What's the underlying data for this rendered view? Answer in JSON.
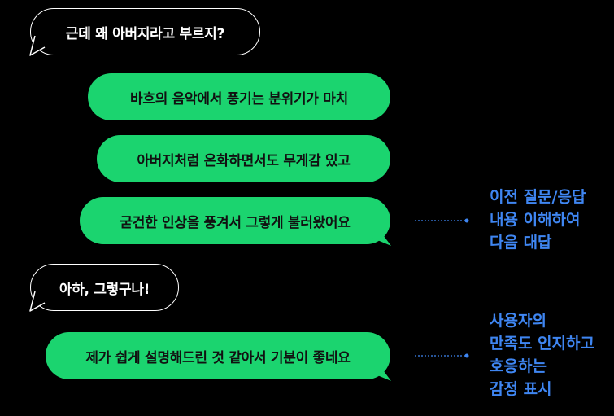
{
  "colors": {
    "background": "#000000",
    "bot_bubble": "#1bd46f",
    "user_bubble_border": "#ffffff",
    "annotation": "#3f86f2"
  },
  "messages": [
    {
      "role": "user",
      "text": "근데 왜 아버지라고 부르지?"
    },
    {
      "role": "bot",
      "text": "바흐의 음악에서 풍기는 분위기가 마치"
    },
    {
      "role": "bot",
      "text": "아버지처럼 온화하면서도 무게감 있고"
    },
    {
      "role": "bot",
      "text": "굳건한 인상을 풍겨서 그렇게 불러왔어요"
    },
    {
      "role": "user",
      "text": "아하, 그렇구나!"
    },
    {
      "role": "bot",
      "text": "제가 쉽게 설명해드린 것 같아서 기분이 좋네요"
    }
  ],
  "annotations": [
    {
      "lines": [
        "이전 질문/응답",
        "내용 이해하여",
        "다음 대답"
      ]
    },
    {
      "lines": [
        "사용자의",
        "만족도 인지하고",
        "호응하는",
        "감정 표시"
      ]
    }
  ]
}
